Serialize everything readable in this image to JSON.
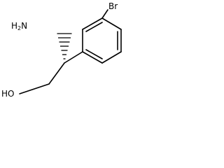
{
  "molecule": {
    "atoms": {
      "bromine": "Br",
      "amino": "H2N",
      "hydroxyl": "HO"
    },
    "colors": {
      "bond": "#000000",
      "text": "#000000",
      "background": "#ffffff"
    }
  }
}
